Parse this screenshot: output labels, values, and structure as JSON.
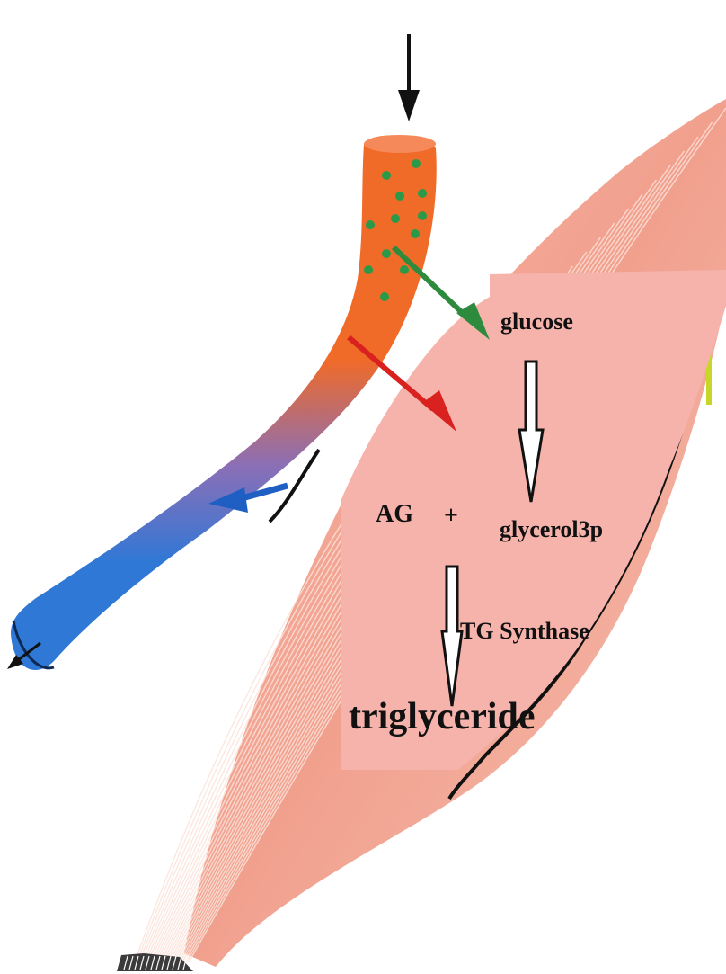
{
  "labels": {
    "glucose": "glucose",
    "ag": "AG",
    "plus": "+",
    "glycerol3p": "glycerol3p",
    "tg_synthase": "TG Synthase",
    "triglyceride": "triglyceride"
  },
  "colors": {
    "background": "#ffffff",
    "muscle_fill": "#f2a08e",
    "muscle_fiber": "#fbe3da",
    "muscle_outline": "#111111",
    "cell_panel": "#f6b3ac",
    "vessel_arterial": "#f06a28",
    "vessel_venous": "#2f78d6",
    "vessel_mid": "#8a6fb7",
    "glucose_dot": "#2a9a48",
    "arrow_glucose": "#2e8b3e",
    "arrow_fatty_acid": "#d9221f",
    "arrow_venous": "#1f5fc4",
    "arrow_inflow": "#111111",
    "tendon_accent": "#c8d62a"
  },
  "icons": {
    "inflow_arrow": "down-arrow-icon",
    "outflow_arrow": "left-arrow-icon",
    "process_arrow": "hollow-down-arrow-icon"
  }
}
